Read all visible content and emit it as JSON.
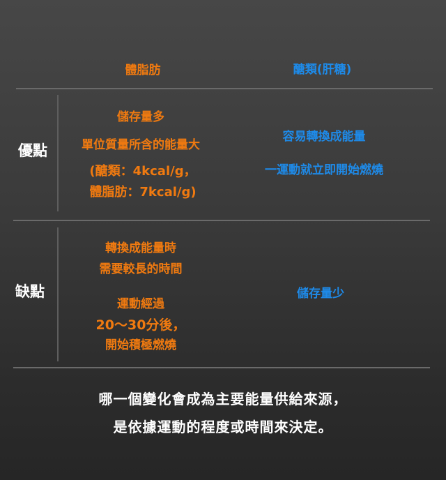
{
  "colors": {
    "fat": "#f07a10",
    "carb": "#1e8ae8",
    "label": "#ffffff",
    "divider": "#6a6a6a",
    "background_top": "#474747",
    "background_bottom": "#262626"
  },
  "header": {
    "fat": "體脂肪",
    "carb": "醣類(肝糖)"
  },
  "rows": [
    {
      "label": "優點",
      "fat": {
        "lines": [
          "儲存量多",
          "單位質量所含的能量大",
          "(醣類：4kcal/g，",
          "體脂肪：7kcal/g)"
        ]
      },
      "carb": {
        "lines": [
          "容易轉換成能量",
          "一運動就立即開始燃燒"
        ]
      }
    },
    {
      "label": "缺點",
      "fat": {
        "lines": [
          "轉換成能量時",
          "需要較長的時間",
          "運動經過",
          "20～30分後，",
          "開始積極燃燒"
        ]
      },
      "carb": {
        "lines": [
          "儲存量少"
        ]
      }
    }
  ],
  "footer": {
    "line1": "哪一個變化會成為主要能量供給來源，",
    "line2": "是依據運動的程度或時間來決定。"
  }
}
